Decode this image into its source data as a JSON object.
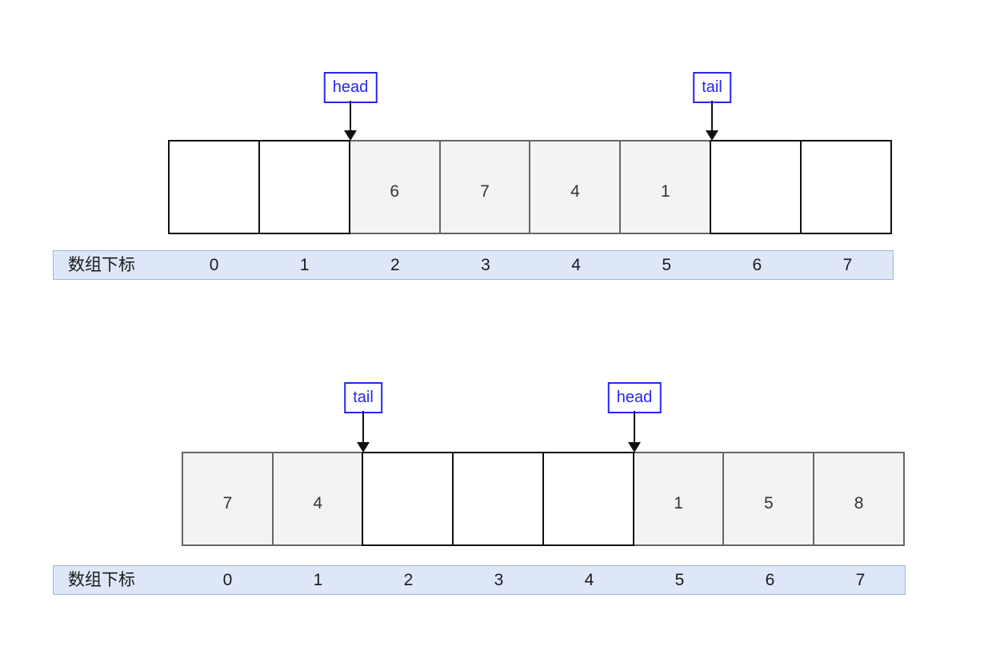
{
  "diagram": {
    "title": "circular-queue-array-states",
    "accent_color": "#2727ee",
    "filled_cell_bg": "#f3f3f3",
    "filled_cell_border": "#666666",
    "empty_cell_border": "#111111",
    "index_bar_bg": "#dde7f7",
    "index_bar_border": "#9db6dd"
  },
  "figures": [
    {
      "name": "array-state-1",
      "cells": [
        {
          "index": 0,
          "value": "",
          "state": "empty"
        },
        {
          "index": 1,
          "value": "",
          "state": "empty"
        },
        {
          "index": 2,
          "value": "6",
          "state": "filled"
        },
        {
          "index": 3,
          "value": "7",
          "state": "filled"
        },
        {
          "index": 4,
          "value": "4",
          "state": "filled"
        },
        {
          "index": 5,
          "value": "1",
          "state": "filled"
        },
        {
          "index": 6,
          "value": "",
          "state": "empty"
        },
        {
          "index": 7,
          "value": "",
          "state": "empty"
        }
      ],
      "pointers": [
        {
          "label": "head",
          "at_index": 2
        },
        {
          "label": "tail",
          "at_index": 6
        }
      ],
      "index_bar": {
        "label": "数组下标",
        "indices": [
          "0",
          "1",
          "2",
          "3",
          "4",
          "5",
          "6",
          "7"
        ]
      }
    },
    {
      "name": "array-state-2",
      "cells": [
        {
          "index": 0,
          "value": "7",
          "state": "filled"
        },
        {
          "index": 1,
          "value": "4",
          "state": "filled"
        },
        {
          "index": 2,
          "value": "",
          "state": "empty"
        },
        {
          "index": 3,
          "value": "",
          "state": "empty"
        },
        {
          "index": 4,
          "value": "",
          "state": "empty"
        },
        {
          "index": 5,
          "value": "1",
          "state": "filled"
        },
        {
          "index": 6,
          "value": "5",
          "state": "filled"
        },
        {
          "index": 7,
          "value": "8",
          "state": "filled"
        }
      ],
      "pointers": [
        {
          "label": "tail",
          "at_index": 2
        },
        {
          "label": "head",
          "at_index": 5
        }
      ],
      "index_bar": {
        "label": "数组下标",
        "indices": [
          "0",
          "1",
          "2",
          "3",
          "4",
          "5",
          "6",
          "7"
        ]
      }
    }
  ]
}
